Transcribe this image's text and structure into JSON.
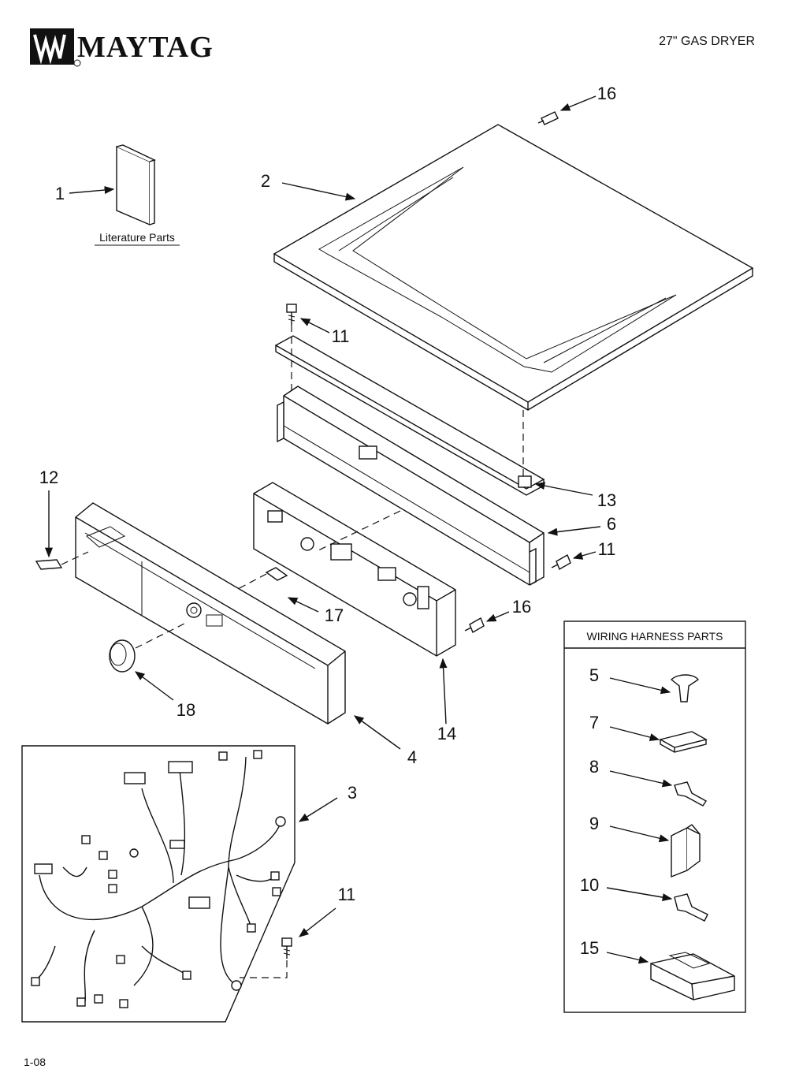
{
  "header": {
    "brand": "MAYTAG",
    "model_title": "27\" GAS DRYER"
  },
  "footer": {
    "page_code": "1-08"
  },
  "literature": {
    "caption": "Literature Parts"
  },
  "wiring_box": {
    "title": "WIRING HARNESS PARTS"
  },
  "callouts": {
    "c1": "1",
    "c2": "2",
    "c3": "3",
    "c4": "4",
    "c5": "5",
    "c6": "6",
    "c7": "7",
    "c8": "8",
    "c9": "9",
    "c10": "10",
    "c11a": "11",
    "c11b": "11",
    "c11c": "11",
    "c12": "12",
    "c13": "13",
    "c14": "14",
    "c15": "15",
    "c16a": "16",
    "c16b": "16",
    "c17": "17",
    "c18": "18"
  },
  "colors": {
    "ink": "#111111",
    "paper": "#ffffff"
  }
}
